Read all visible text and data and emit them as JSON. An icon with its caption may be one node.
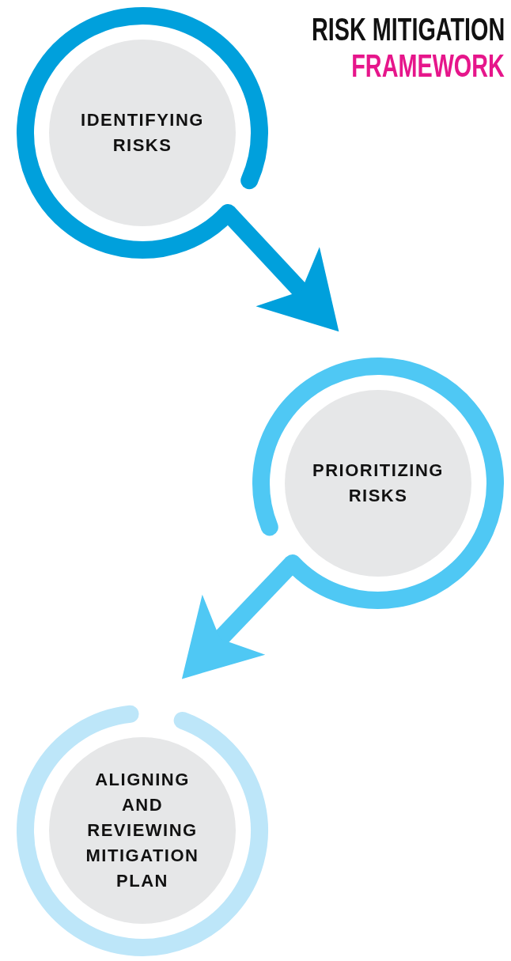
{
  "diagram": {
    "title": "RISK MITIGATION",
    "nodes": [
      {
        "text": [
          "IDENTIFYING RISKS"
        ]
      },
      {
        "text": [
          "PRIORITIZING RISKS"
        ]
      },
      {
        "text": [
          "ALIGNING AND REVIEWING MITIGATION PLAN"
        ]
      }
    ],
    "edges": [
      {
        "from": 0,
        "to": 1,
        "arrow": "to",
        "color": "#00a0dc"
      },
      {
        "from": 1,
        "to": 2,
        "arrow": "to",
        "color": "#4fc8f4"
      }
    ],
    "labels": [
      "FRAMEWORK"
    ]
  }
}
